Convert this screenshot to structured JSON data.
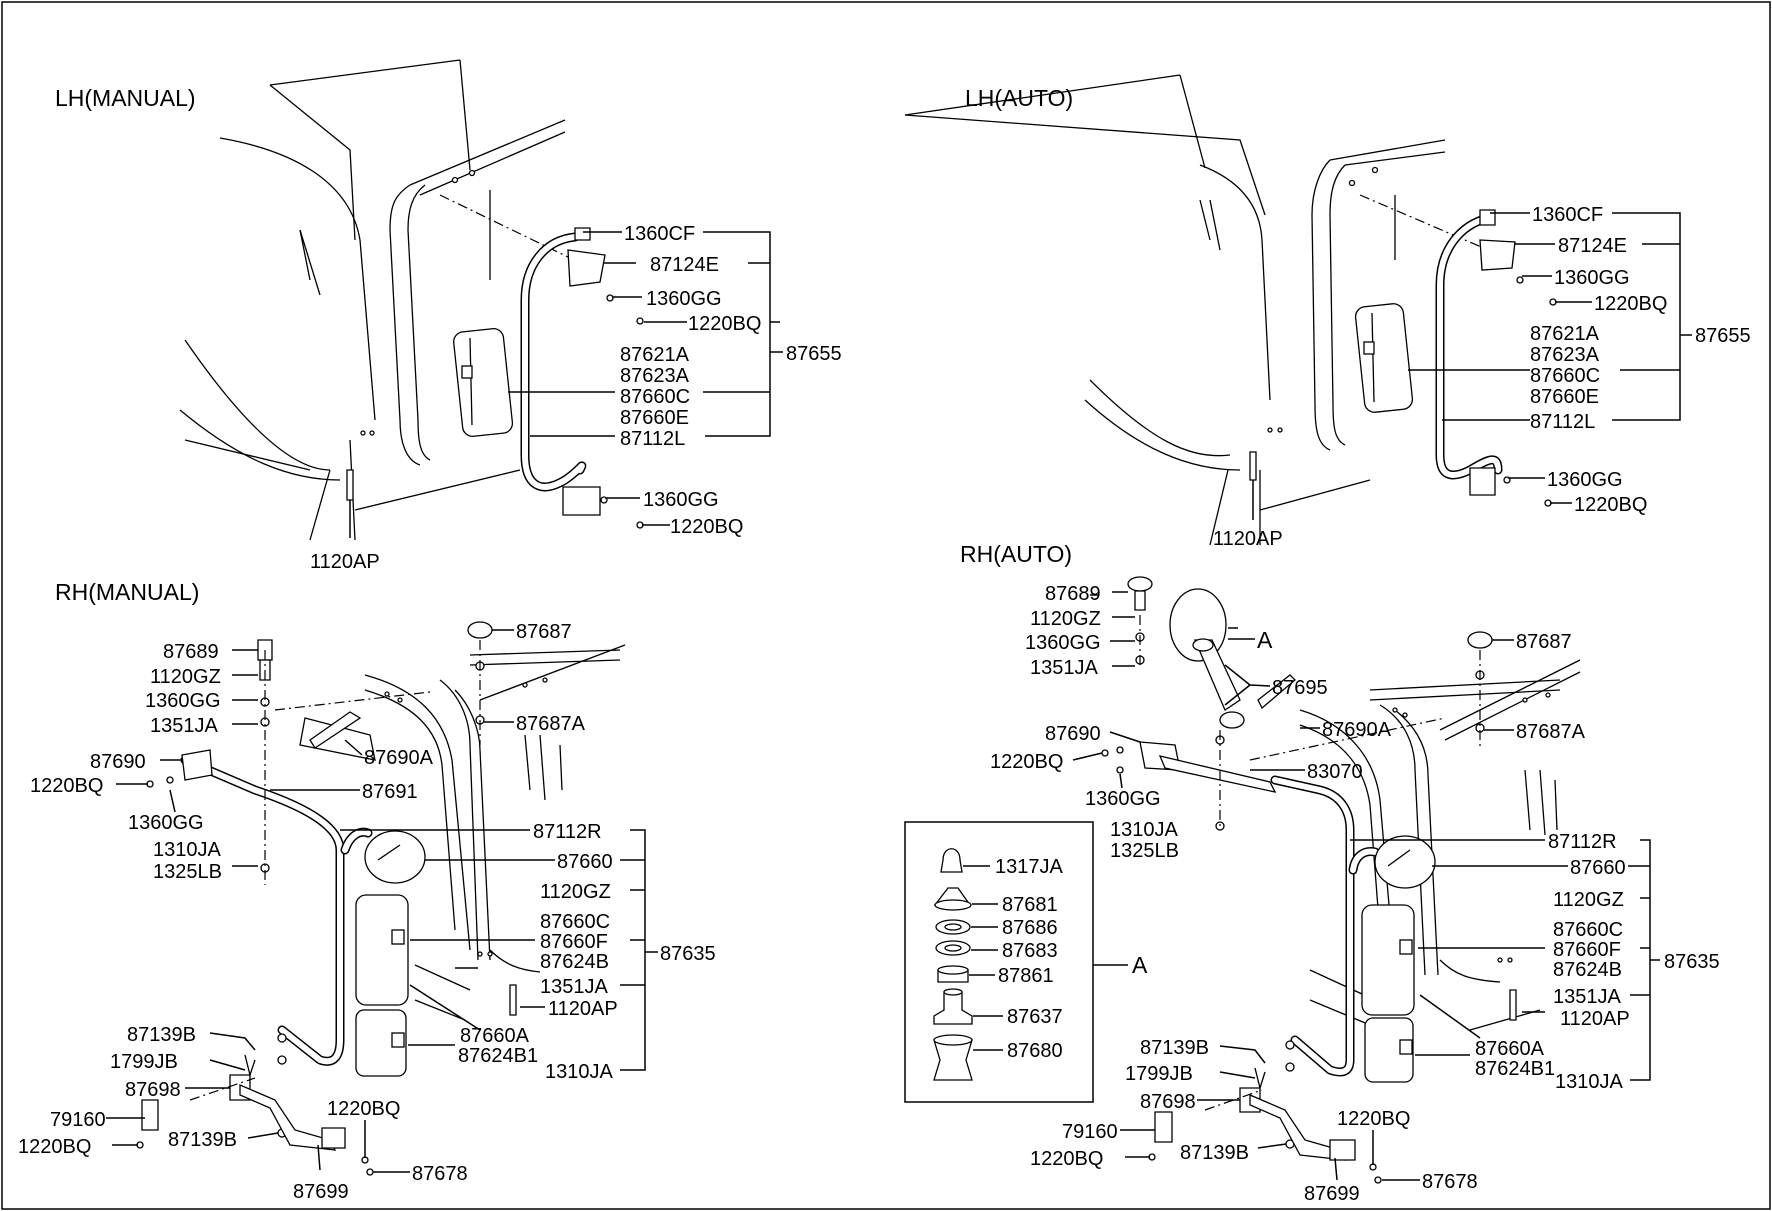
{
  "sections": {
    "lh_manual": "LH(MANUAL)",
    "lh_auto": "LH(AUTO)",
    "rh_manual": "RH(MANUAL)",
    "rh_auto": "RH(AUTO)",
    "detail_a": "A",
    "detail_a_callout": "A"
  },
  "lh_manual": {
    "p1360CF": "1360CF",
    "p87124E": "87124E",
    "p1360GG_top": "1360GG",
    "p1220BQ_top": "1220BQ",
    "p87621A": "87621A",
    "p87623A": "87623A",
    "p87660C": "87660C",
    "p87660E": "87660E",
    "p87112L": "87112L",
    "p87655": "87655",
    "p1360GG_bot": "1360GG",
    "p1220BQ_bot": "1220BQ",
    "p1120AP": "1120AP"
  },
  "lh_auto": {
    "p1360CF": "1360CF",
    "p87124E": "87124E",
    "p1360GG_top": "1360GG",
    "p1220BQ_top": "1220BQ",
    "p87621A": "87621A",
    "p87623A": "87623A",
    "p87660C": "87660C",
    "p87660E": "87660E",
    "p87112L": "87112L",
    "p87655": "87655",
    "p1360GG_bot": "1360GG",
    "p1220BQ_bot": "1220BQ",
    "p1120AP": "1120AP"
  },
  "rh_manual": {
    "p87689": "87689",
    "p1120GZ_l": "1120GZ",
    "p1360GG_l": "1360GG",
    "p1351JA_l": "1351JA",
    "p87690": "87690",
    "p1220BQ_l": "1220BQ",
    "p1360GG_b": "1360GG",
    "p1310JA_l": "1310JA",
    "p1325LB": "1325LB",
    "p87687": "87687",
    "p87687A": "87687A",
    "p87690A": "87690A",
    "p87691": "87691",
    "p87112R": "87112R",
    "p87660": "87660",
    "p1120GZ_r": "1120GZ",
    "p87660C": "87660C",
    "p87660F": "87660F",
    "p87624B": "87624B",
    "p87635": "87635",
    "p1351JA_r": "1351JA",
    "p1120AP": "1120AP",
    "p87660A": "87660A",
    "p87624B1": "87624B1",
    "p1310JA_r": "1310JA",
    "p87139B_t": "87139B",
    "p1799JB": "1799JB",
    "p87698": "87698",
    "p79160": "79160",
    "p1220BQ_b": "1220BQ",
    "p87139B_b": "87139B",
    "p1220BQ_br": "1220BQ",
    "p87678": "87678",
    "p87699": "87699"
  },
  "rh_auto": {
    "p87689": "87689",
    "p1120GZ_l": "1120GZ",
    "p1360GG_l": "1360GG",
    "p1351JA_l": "1351JA",
    "p87695": "87695",
    "p87690": "87690",
    "p87690A": "87690A",
    "p1220BQ_l": "1220BQ",
    "p83070": "83070",
    "p1360GG_b": "1360GG",
    "p1310JA_l": "1310JA",
    "p1325LB": "1325LB",
    "p87687": "87687",
    "p87687A": "87687A",
    "p87112R": "87112R",
    "p87660": "87660",
    "p1120GZ_r": "1120GZ",
    "p87660C": "87660C",
    "p87660F": "87660F",
    "p87624B": "87624B",
    "p87635": "87635",
    "p1351JA_r": "1351JA",
    "p1120AP": "1120AP",
    "p87660A": "87660A",
    "p87624B1": "87624B1",
    "p1310JA_r": "1310JA",
    "p87139B_t": "87139B",
    "p1799JB": "1799JB",
    "p87698": "87698",
    "p79160": "79160",
    "p1220BQ_b": "1220BQ",
    "p87139B_b": "87139B",
    "p1220BQ_br": "1220BQ",
    "p87678": "87678",
    "p87699": "87699"
  },
  "detail": {
    "p1317JA": "1317JA",
    "p87681": "87681",
    "p87686": "87686",
    "p87683": "87683",
    "p87861": "87861",
    "p87637": "87637",
    "p87680": "87680"
  }
}
